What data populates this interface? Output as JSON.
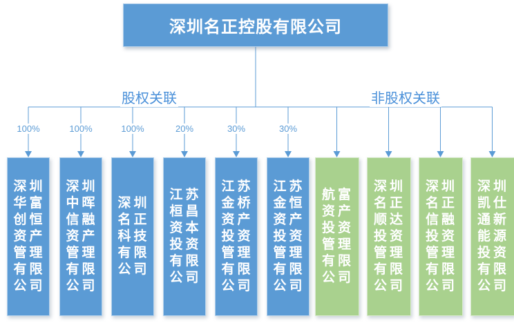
{
  "root": {
    "name": "深圳名正控股有限公司"
  },
  "groups": {
    "equity": {
      "label": "股权关联"
    },
    "non_equity": {
      "label": "非股权关联"
    }
  },
  "entities": [
    {
      "name": "深圳华富创恒资产管理有限公司",
      "ownership": "100%",
      "category": "equity"
    },
    {
      "name": "深圳中晖信融资产管理有限公司",
      "ownership": "100%",
      "category": "equity"
    },
    {
      "name": "深圳名正科技有限公司",
      "ownership": "100%",
      "category": "equity"
    },
    {
      "name": "江苏桓昌资本投资有限公司",
      "ownership": "20%",
      "category": "equity"
    },
    {
      "name": "江苏金桥资产投资管理有限公司",
      "ownership": "30%",
      "category": "equity"
    },
    {
      "name": "江苏金恒资产投资管理有限公司",
      "ownership": "30%",
      "category": "equity"
    },
    {
      "name": "航富资产投资管理有限公司",
      "ownership": null,
      "category": "non_equity"
    },
    {
      "name": "深圳名正顺达投资管理有限公司",
      "ownership": null,
      "category": "non_equity"
    },
    {
      "name": "深圳名正信融投资管理有限公司",
      "ownership": null,
      "category": "non_equity"
    },
    {
      "name": "深圳凯仕通新能源投资有限公司",
      "ownership": null,
      "category": "non_equity"
    }
  ],
  "colors": {
    "root_box": "#5B9BD5",
    "equity_box": "#5B9BD5",
    "non_equity_box": "#A9D18E",
    "line": "#5B9BD5",
    "group_label_text": "#4A90D9",
    "ownership_text": "#5B9BD5",
    "box_text": "#FFFFFF"
  }
}
